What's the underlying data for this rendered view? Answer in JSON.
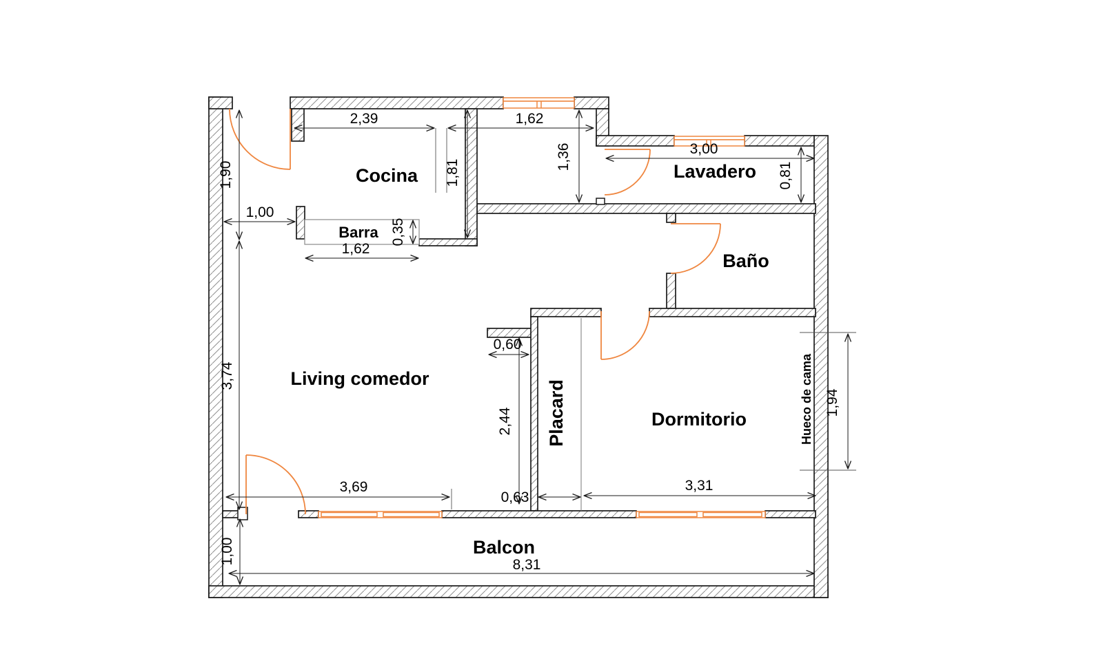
{
  "plan": {
    "rooms": {
      "cocina": "Cocina",
      "lavadero": "Lavadero",
      "bano": "Baño",
      "living": "Living comedor",
      "placard": "Placard",
      "dormitorio": "Dormitorio",
      "balcon": "Balcon"
    },
    "features": {
      "barra": "Barra",
      "hueco_de_cama": "Hueco de cama"
    },
    "dimensions": {
      "entry_depth": "1,90",
      "entry_to_barra": "1,00",
      "cocina_width": "2,39",
      "cocina_depth": "1,81",
      "pasillo_width": "1,62",
      "pasillo_depth": "1,36",
      "lavadero_width": "3,00",
      "lavadero_depth": "0,81",
      "barra_depth": "0,35",
      "barra_width": "1,62",
      "living_depth": "3,74",
      "hall_step_width": "0,60",
      "placard_depth": "2,44",
      "living_width": "3,69",
      "placard_width": "0,63",
      "dormitorio_width": "3,31",
      "hueco_height": "1,94",
      "balcon_depth": "1,00",
      "balcon_width": "8,31"
    },
    "colors": {
      "accent_orange": "#ef863f",
      "wall_hatch": "#8f8f8f",
      "line": "#1a1a1a",
      "background": "#ffffff"
    }
  }
}
